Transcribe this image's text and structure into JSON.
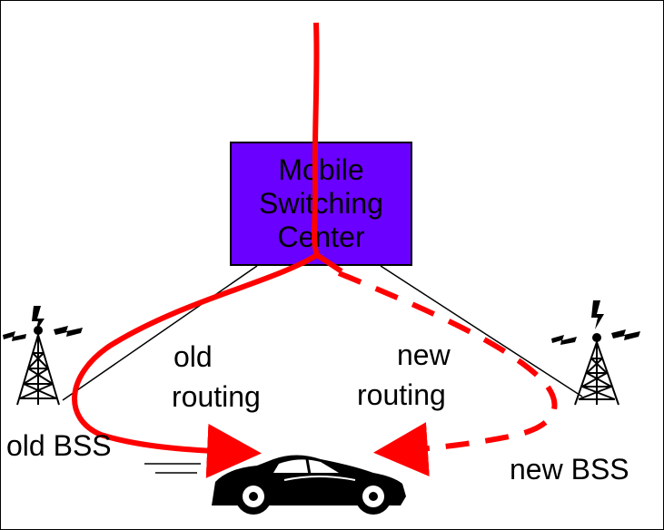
{
  "colors": {
    "msc_fill": "#6a00ff",
    "route": "#ff0000",
    "line": "#000000",
    "background": "#ffffff"
  },
  "msc": {
    "lines": [
      "Mobile",
      "Switching",
      "Center"
    ]
  },
  "old_routing": {
    "line1": "old",
    "line2": "routing",
    "style": "solid"
  },
  "new_routing": {
    "line1": "new",
    "line2": "routing",
    "style": "dashed"
  },
  "old_bss": {
    "label": "old BSS",
    "icon": "cell-tower-icon"
  },
  "new_bss": {
    "label": "new BSS",
    "icon": "cell-tower-icon"
  },
  "mobile_station": {
    "icon": "car-icon"
  }
}
